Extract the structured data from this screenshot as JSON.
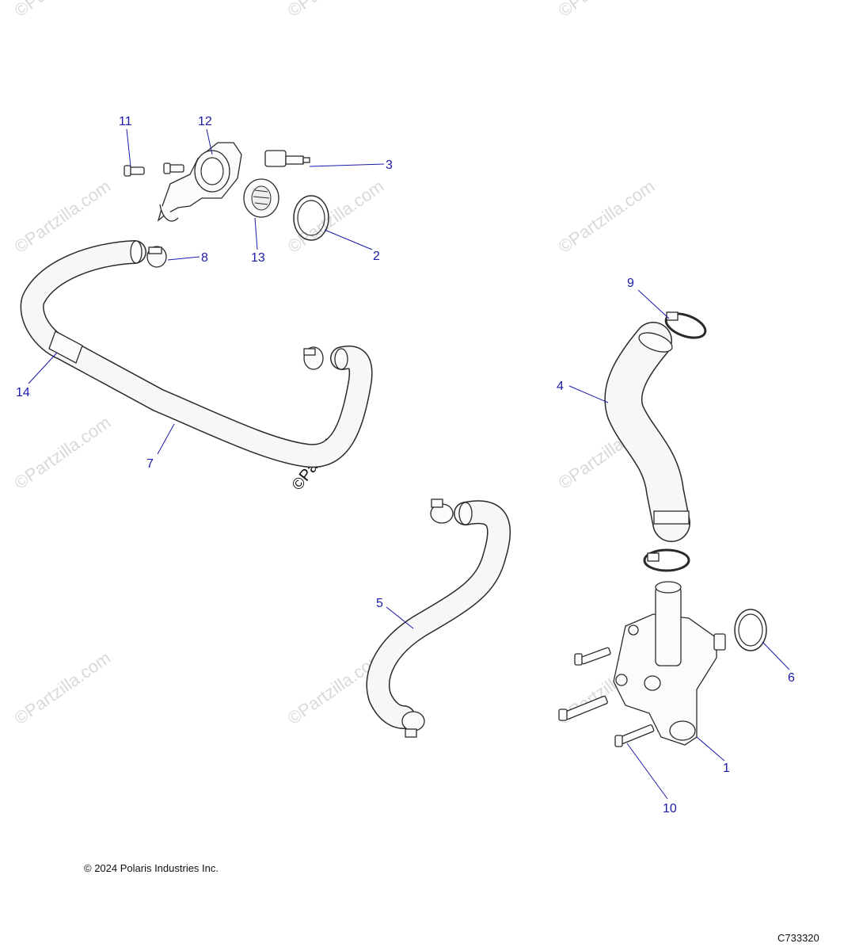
{
  "diagram": {
    "callouts": [
      {
        "id": "callout-1",
        "label": "1"
      },
      {
        "id": "callout-2",
        "label": "2"
      },
      {
        "id": "callout-3",
        "label": "3"
      },
      {
        "id": "callout-4",
        "label": "4"
      },
      {
        "id": "callout-5",
        "label": "5"
      },
      {
        "id": "callout-6",
        "label": "6"
      },
      {
        "id": "callout-7",
        "label": "7"
      },
      {
        "id": "callout-8",
        "label": "8"
      },
      {
        "id": "callout-9",
        "label": "9"
      },
      {
        "id": "callout-10",
        "label": "10"
      },
      {
        "id": "callout-11",
        "label": "11"
      },
      {
        "id": "callout-12",
        "label": "12"
      },
      {
        "id": "callout-13",
        "label": "13"
      },
      {
        "id": "callout-14",
        "label": "14"
      }
    ],
    "watermark": "©Partzilla.com",
    "colors": {
      "callout": "#1a1aa8",
      "line_art": "#2a2a2a",
      "watermark": "#d9d9d9"
    }
  },
  "footer": {
    "copyright": "© 2024 Polaris Industries Inc.",
    "diagram_id": "C733320"
  }
}
